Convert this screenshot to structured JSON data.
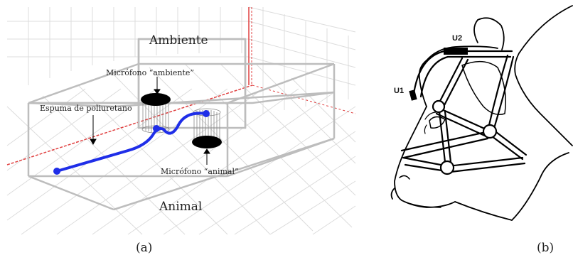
{
  "panel_a": {
    "labels": {
      "ambiente": "Ambiente",
      "animal": "Animal",
      "mic_ambiente": "Micrófono “ambiente”",
      "mic_animal": "Micrófono “animal”",
      "espuma": "Espuma de poliuretano"
    },
    "caption": "(a)",
    "colors": {
      "grid": "#d9d9d9",
      "box": "#bdbdbd",
      "tube": "#1f2ee8",
      "axis_red": "#e04040",
      "mic": "#000000"
    }
  },
  "panel_b": {
    "labels": {
      "u1": "U1",
      "u2": "U2"
    },
    "caption": "(b)",
    "colors": {
      "line": "#000000",
      "sensor": "#000000"
    }
  }
}
